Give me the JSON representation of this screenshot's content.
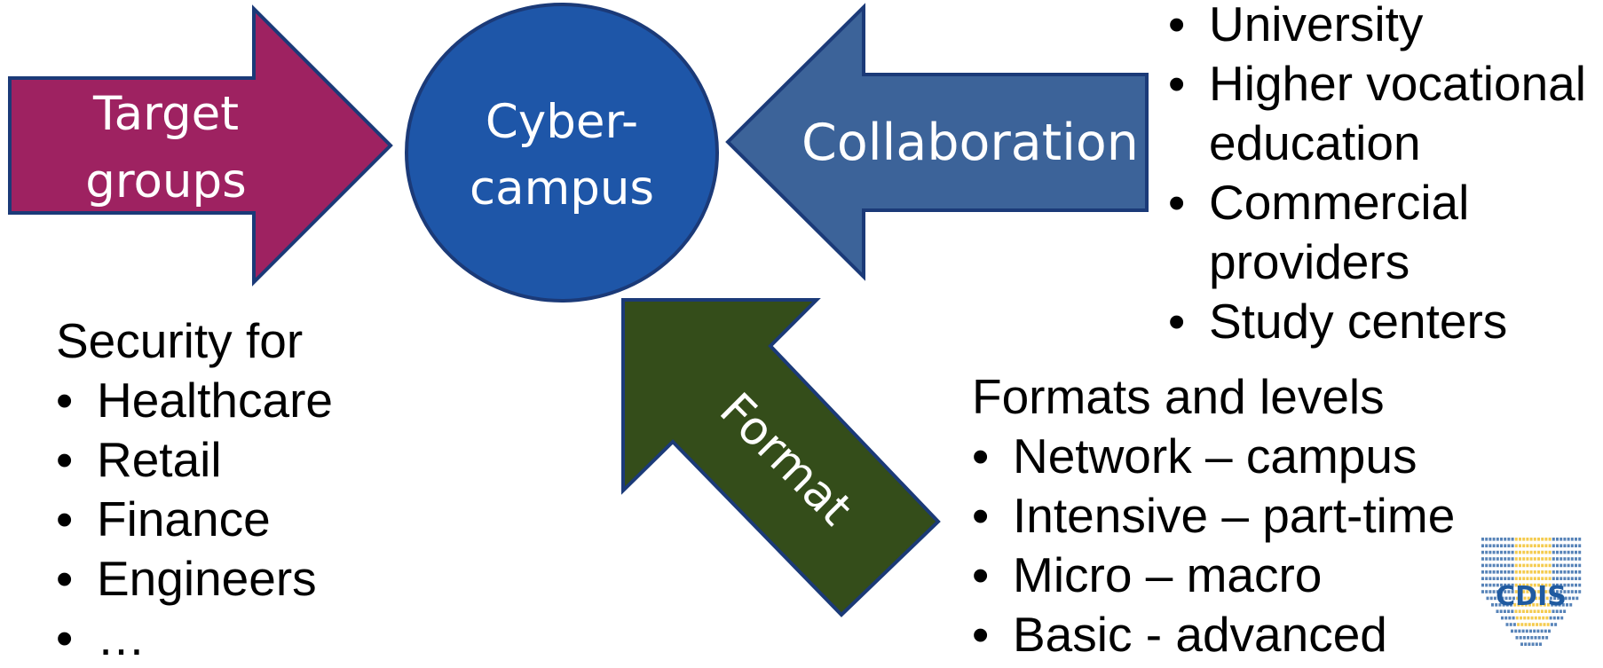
{
  "diagram": {
    "center": {
      "label_lines": [
        "Cyber-",
        "campus"
      ],
      "color": "#1e56a8"
    },
    "target_groups_arrow": {
      "label_lines": [
        "Target",
        "groups"
      ],
      "color": "#9e2261"
    },
    "collaboration_arrow": {
      "label": "Collaboration",
      "color": "#3c6399"
    },
    "format_arrow": {
      "label": "Format",
      "color": "#344d1a"
    },
    "outline_color": "#1b3a78"
  },
  "target_groups_list": {
    "heading": "Security for",
    "items": [
      "Healthcare",
      "Retail",
      "Finance",
      "Engineers",
      "…"
    ]
  },
  "collaboration_list": {
    "items": [
      "University",
      "Higher vocational education",
      "Commercial providers",
      "Study centers"
    ]
  },
  "formats_list": {
    "heading": "Formats and levels",
    "items": [
      "Network – campus",
      "Intensive – part-time",
      "Micro – macro",
      "Basic - advanced"
    ]
  },
  "logo": {
    "text": "CDIS",
    "text_color": "#1f5aa0",
    "accent_color": "#f2c230"
  }
}
